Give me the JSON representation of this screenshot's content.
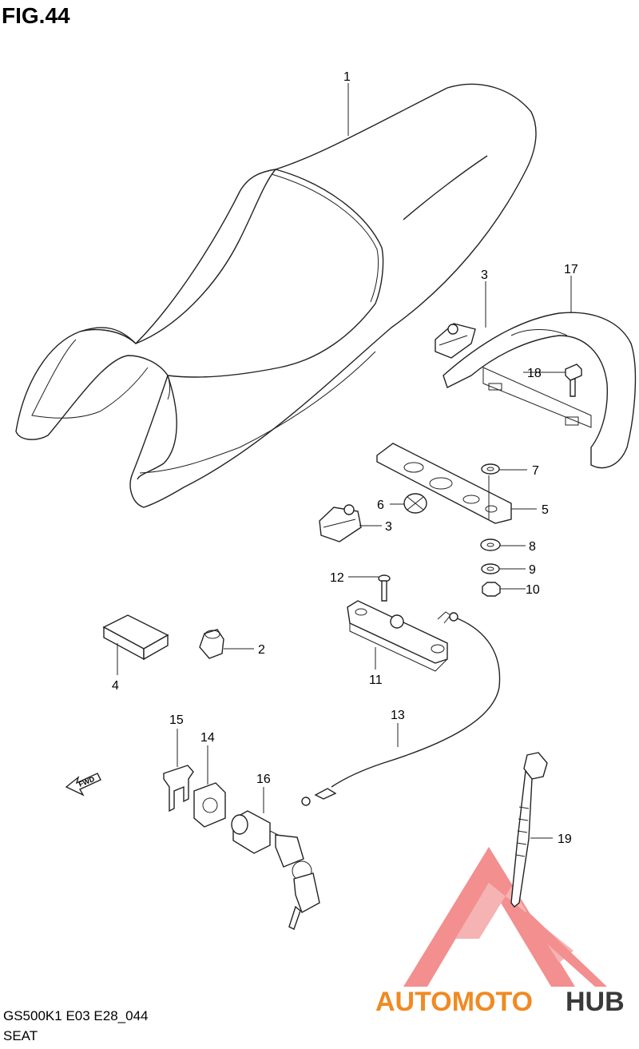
{
  "figure_title": "FIG.44",
  "model_code": "GS500K1 E03 E28_044",
  "section_name": "SEAT",
  "fwd_label": "FWD",
  "watermark": {
    "text_auto": "AUTOMOTO",
    "text_hub": "HUB",
    "color_primary": "#f08a22",
    "color_secondary": "#3a3a3a",
    "triangle_color": "#ef6a6a"
  },
  "callouts": {
    "p1": "1",
    "p2": "2",
    "p3a": "3",
    "p3b": "3",
    "p4": "4",
    "p5": "5",
    "p6": "6",
    "p7": "7",
    "p8": "8",
    "p9": "9",
    "p10": "10",
    "p11": "11",
    "p12": "12",
    "p13": "13",
    "p14": "14",
    "p15": "15",
    "p16": "16",
    "p17": "17",
    "p18": "18",
    "p19": "19"
  }
}
